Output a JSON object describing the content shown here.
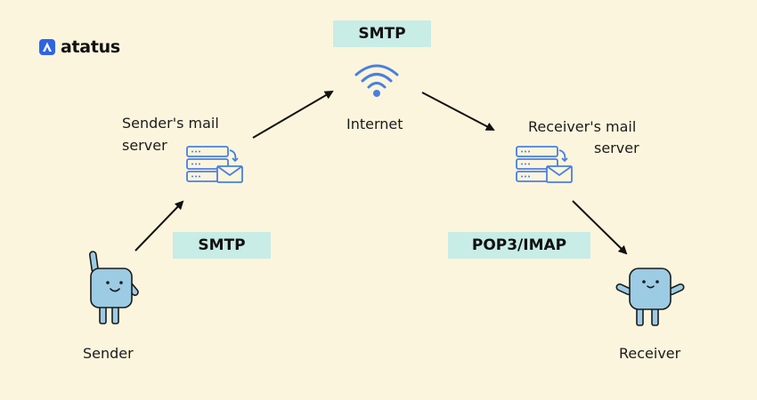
{
  "brand": {
    "name": "atatus"
  },
  "protocols": {
    "top": "SMTP",
    "left": "SMTP",
    "right": "POP3/IMAP"
  },
  "nodes": {
    "internet": "Internet",
    "sender_server_line1": "Sender's mail",
    "sender_server_line2": "server",
    "receiver_server_line1": "Receiver's mail",
    "receiver_server_line2": "server",
    "sender": "Sender",
    "receiver": "Receiver"
  },
  "colors": {
    "background": "#fcf5dd",
    "tag": "#c8ece6",
    "icon_blue": "#4a7fe0",
    "character": "#9ccbe4"
  }
}
